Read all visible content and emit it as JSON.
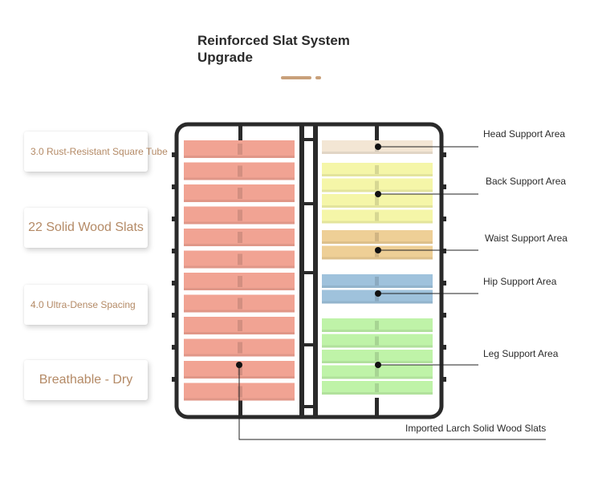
{
  "header": {
    "title_line1": "Reinforced Slat System",
    "title_line2": "Upgrade"
  },
  "features": [
    {
      "label": "3.0 Rust-Resistant Square Tube"
    },
    {
      "label": "22 Solid Wood Slats"
    },
    {
      "label": "4.0 Ultra-Dense Spacing"
    },
    {
      "label": "Breathable - Dry"
    }
  ],
  "areas": {
    "head": "Head Support Area",
    "back": "Back Support Area",
    "waist": "Waist Support Area",
    "hip": "Hip Support Area",
    "leg": "Leg Support Area",
    "slats": "Imported Larch Solid Wood Slats"
  },
  "colors": {
    "accent": "#c8a07a",
    "feature_text": "#b48a66",
    "frame": "#2a2a2a",
    "left_slats": "#f1a393",
    "head": "#f3e6d4",
    "back": "#f5f6a8",
    "waist": "#eecf96",
    "hip": "#9fc2dc",
    "leg": "#bff3a8"
  }
}
